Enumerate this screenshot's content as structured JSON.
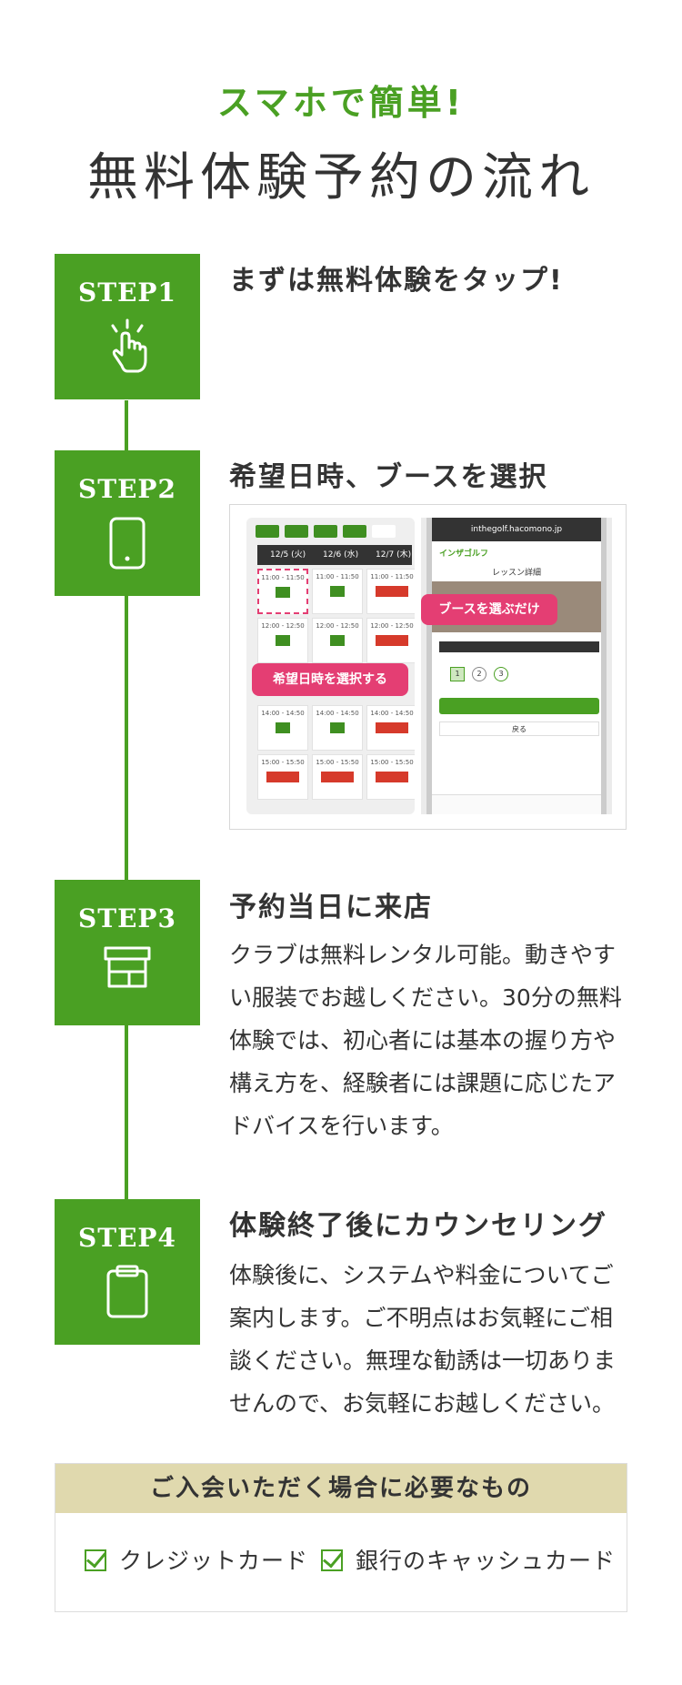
{
  "header": {
    "kicker": "スマホで簡単!",
    "title": "無料体験予約の流れ"
  },
  "steps": [
    {
      "label": "STEP1",
      "icon": "tap-hand-icon",
      "title": "まずは無料体験をタップ!"
    },
    {
      "label": "STEP2",
      "icon": "smartphone-icon",
      "title": "希望日時、ブースを選択",
      "screenshot": {
        "left_bubble": "希望日時を選択する",
        "right_bubble": "ブースを選ぶだけ",
        "url": "inthegolf.hacomono.jp",
        "brand": "インザゴルフ",
        "page_title": "レッスン詳細",
        "dates": [
          "12/5 (火)",
          "12/6 (水)",
          "12/7 (木)"
        ],
        "times": [
          "11:00 - 11:50",
          "12:00 - 12:50",
          "14:00 - 14:50",
          "15:00 - 15:50"
        ],
        "booth_numbers": [
          "1",
          "2",
          "3"
        ],
        "back_label": "戻る"
      }
    },
    {
      "label": "STEP3",
      "icon": "store-icon",
      "title": "予約当日に来店",
      "body": "クラブは無料レンタル可能。動きやすい服装でお越しください。30分の無料体験では、初心者には基本の握り方や構え方を、経験者には課題に応じたアドバイスを行います。"
    },
    {
      "label": "STEP4",
      "icon": "clipboard-icon",
      "title": "体験終了後にカウンセリング",
      "body": "体験後に、システムや料金についてご案内します。ご不明点はお気軽にご相談ください。無理な勧誘は一切ありませんので、お気軽にお越しください。"
    }
  ],
  "requirements": {
    "title": "ご入会いただく場合に必要なもの",
    "items": [
      "クレジットカード",
      "銀行のキャッシュカード"
    ]
  },
  "colors": {
    "accent": "#4aa023",
    "beige": "#e0d9ae",
    "pink": "#e43e73"
  }
}
